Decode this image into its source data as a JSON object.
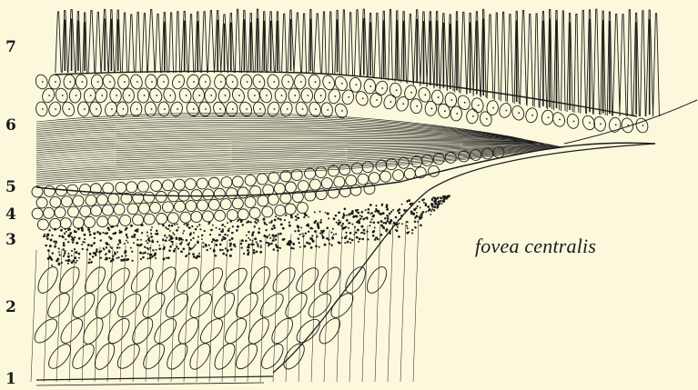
{
  "layer_labels": {
    "l7": "7",
    "l6": "6",
    "l5": "5",
    "l4": "4",
    "l3": "3",
    "l2": "2",
    "l1": "1"
  },
  "caption": "fovea centralis",
  "colors": {
    "paper": "#fbf8dc",
    "ink": "#1c1c1c"
  }
}
